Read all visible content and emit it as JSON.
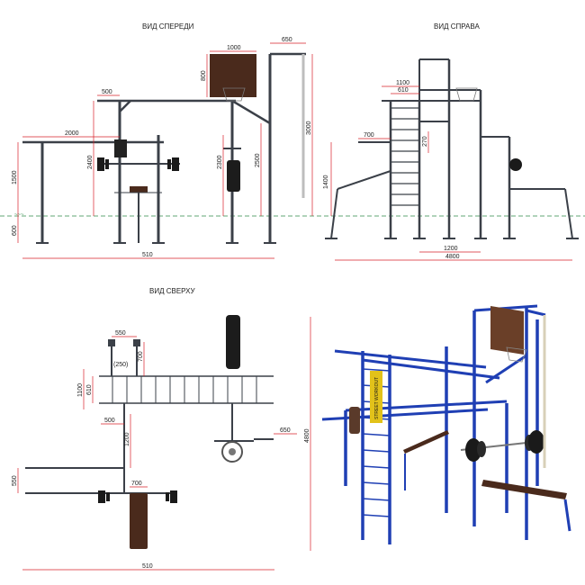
{
  "views": {
    "front": "ВИД СПЕРЕДИ",
    "side": "ВИД СПРАВА",
    "top": "ВИД СВЕРХУ"
  },
  "front_dims": {
    "d1000": "1000",
    "d650": "650",
    "d800": "800",
    "d500": "500",
    "d2000": "2000",
    "d1500": "1500",
    "d2400": "2400",
    "d2300": "2300",
    "d2500": "2500",
    "d3000": "3000",
    "d600": "600",
    "d510": "510"
  },
  "side_dims": {
    "d1100": "1100",
    "d610": "610",
    "d700": "700",
    "d270": "270",
    "d1400": "1400",
    "d1200": "1200",
    "d4800": "4800"
  },
  "top_dims": {
    "d550": "550",
    "d250": "(250)",
    "d700a": "700",
    "d1100": "1100",
    "d610": "610",
    "d500": "500",
    "d1200": "1200",
    "d650": "650",
    "d4800": "4800",
    "d550b": "550",
    "d700b": "700",
    "d510": "510"
  },
  "colors": {
    "frame": "#3b4048",
    "dimension": "#d8202a",
    "ground_line": "#2f8a4a",
    "board": "#4a2a1c",
    "render_frame": "#1f3fb4"
  },
  "ladder_label": "STREET WORKOUT"
}
